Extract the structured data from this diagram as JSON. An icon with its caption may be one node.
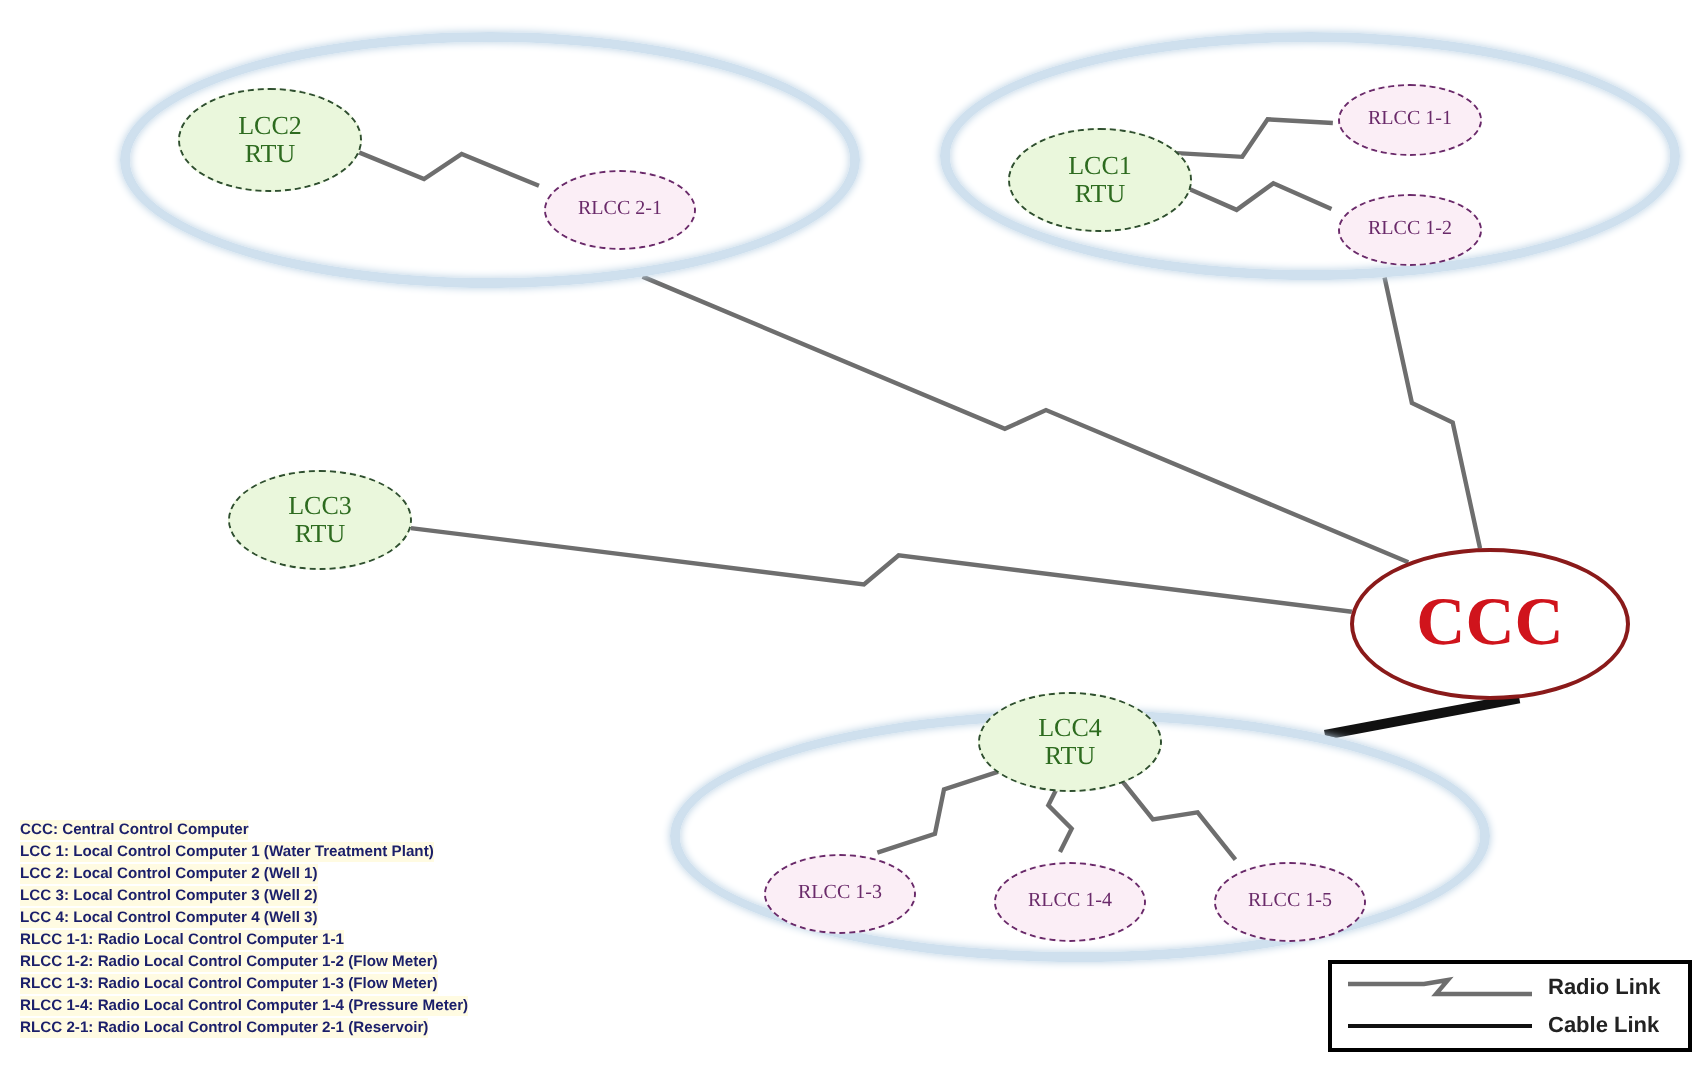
{
  "diagram": {
    "nodes": [
      {
        "text": [],
        "shape": "ellipse"
      },
      {
        "text": [
          "LCC2 RTU"
        ],
        "in": 0
      },
      {
        "text": [
          "RLCC 2-1"
        ],
        "in": 0
      },
      {
        "text": [],
        "shape": "ellipse"
      },
      {
        "text": [
          "LCC1 RTU"
        ],
        "in": 3
      },
      {
        "text": [
          "RLCC 1-1"
        ],
        "in": 3
      },
      {
        "text": [
          "RLCC 1-2"
        ],
        "in": 3
      },
      {
        "text": [
          "LCC3 RTU"
        ]
      },
      {
        "text": [
          "CCC"
        ]
      },
      {
        "text": [],
        "shape": "ellipse"
      },
      {
        "text": [
          "LCC4 RTU"
        ],
        "in": 9
      },
      {
        "text": [
          "RLCC 1-3"
        ],
        "in": 9
      },
      {
        "text": [
          "RLCC 1-4"
        ],
        "in": 9
      },
      {
        "text": [
          "RLCC 1-5"
        ],
        "in": 9
      }
    ],
    "edges": [
      {
        "from": 1,
        "to": 2,
        "arrow": "none"
      },
      {
        "from": 0,
        "to": 8,
        "arrow": "none"
      },
      {
        "from": 4,
        "to": 5,
        "arrow": "none"
      },
      {
        "from": 4,
        "to": 6,
        "arrow": "none"
      },
      {
        "from": 3,
        "to": 8,
        "arrow": "none"
      },
      {
        "from": 7,
        "to": 8,
        "arrow": "none"
      },
      {
        "from": 8,
        "to": 9,
        "arrow": "none",
        "style": "thick",
        "color": "#111111"
      },
      {
        "from": 10,
        "to": 11,
        "arrow": "none"
      },
      {
        "from": 10,
        "to": 12,
        "arrow": "none"
      },
      {
        "from": 10,
        "to": 13,
        "arrow": "none"
      }
    ],
    "labels": [
      "CCC: Central Control Computer",
      "LCC 1: Local Control Computer 1 (Water Treatment Plant)",
      "LCC 2: Local Control Computer 2 (Well 1)",
      "LCC 3: Local Control Computer 3 (Well 2)",
      "LCC 4: Local Control Computer 4 (Well 3)",
      "RLCC 1-1: Radio Local Control Computer 1-1",
      "RLCC 1-2: Radio Local Control Computer 1-2 (Flow Meter)",
      "RLCC 1-3: Radio Local Control Computer 1-3 (Flow Meter)",
      "RLCC 1-4: Radio Local Control Computer 1-4 (Pressure Meter)",
      "RLCC 2-1: Radio Local Control Computer 2-1 (Reservoir)"
    ],
    "legend": [
      {
        "text": "Radio Link"
      },
      {
        "text": "Cable Link"
      }
    ]
  }
}
